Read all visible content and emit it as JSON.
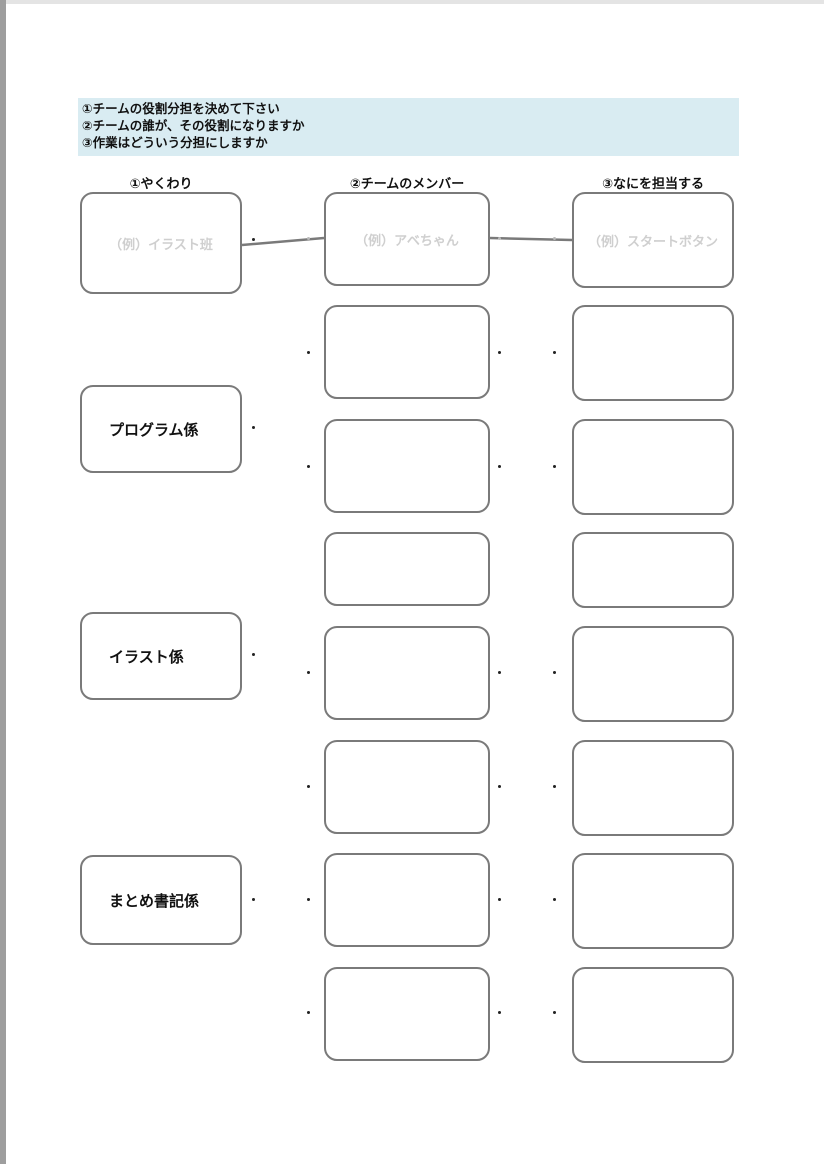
{
  "instructions": [
    "①チームの役割分担を決めて下さい",
    "②チームの誰が、その役割になりますか",
    "③作業はどういう分担にしますか"
  ],
  "columns": {
    "roles": "①やくわり",
    "members": "②チームのメンバー",
    "tasks": "③なにを担当する"
  },
  "example": {
    "role": "（例）イラスト班",
    "member": "（例）アベちゃん",
    "task": "（例）スタートボタン"
  },
  "roles": [
    {
      "label": "プログラム係"
    },
    {
      "label": "イラスト係"
    },
    {
      "label": "まとめ書記係"
    }
  ],
  "colors": {
    "instruction_background": "#d9ecf2",
    "card_border": "#7a7a7a",
    "example_text": "#cfcfcf",
    "connector_line": "#7a7a7a"
  }
}
